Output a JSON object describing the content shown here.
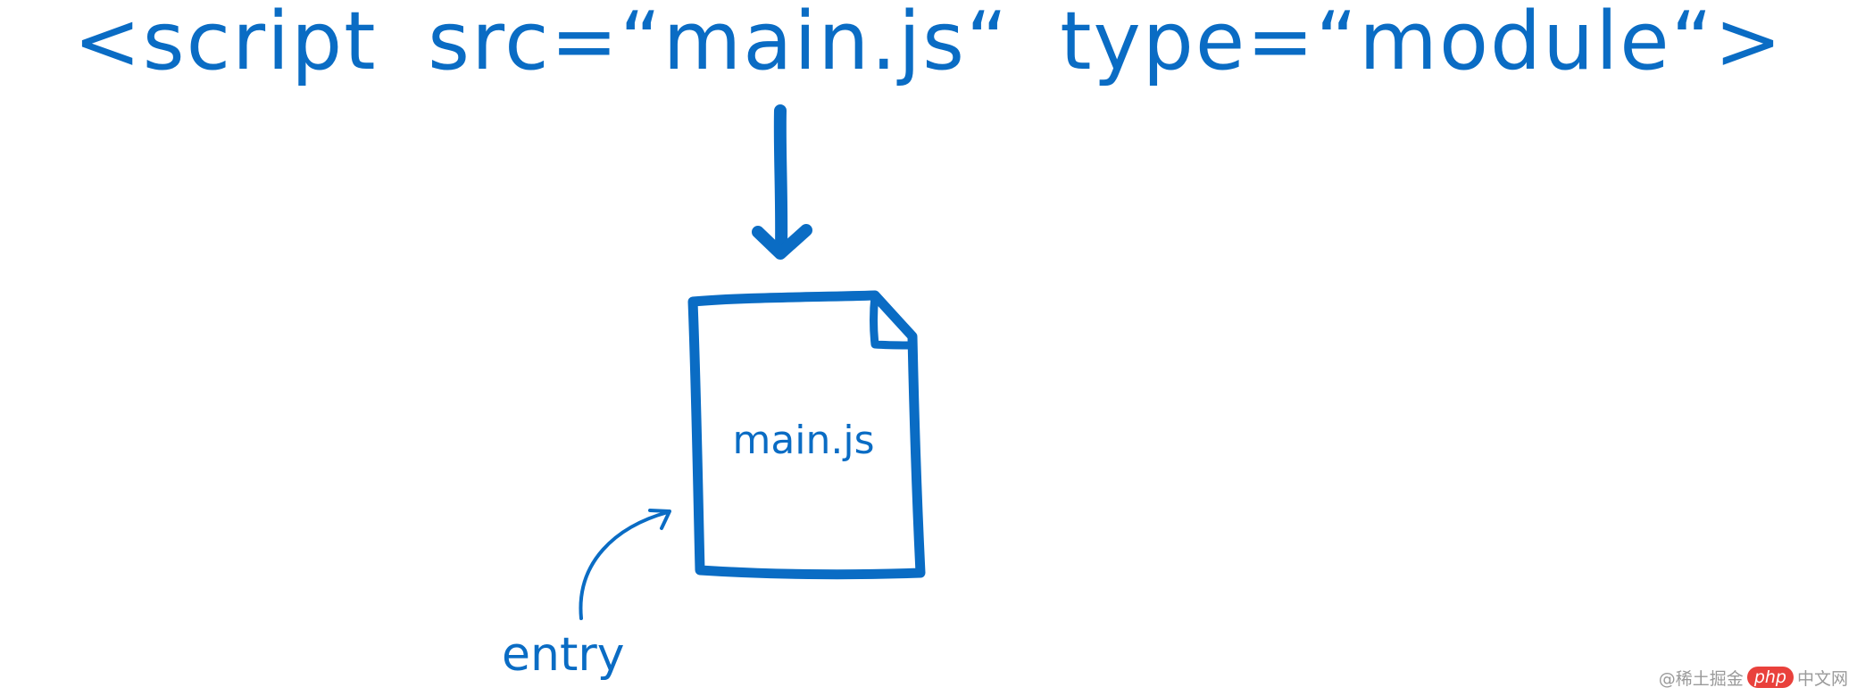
{
  "code_line": "<script src=“main.js“ type=“module“>",
  "file": {
    "label": "main.js",
    "icon": "document-icon"
  },
  "entry_label": "entry",
  "watermark": {
    "prefix": "@稀土掘金",
    "badge": "php",
    "suffix": "中文网"
  },
  "colors": {
    "ink": "#0a6cc4",
    "background": "#ffffff"
  }
}
